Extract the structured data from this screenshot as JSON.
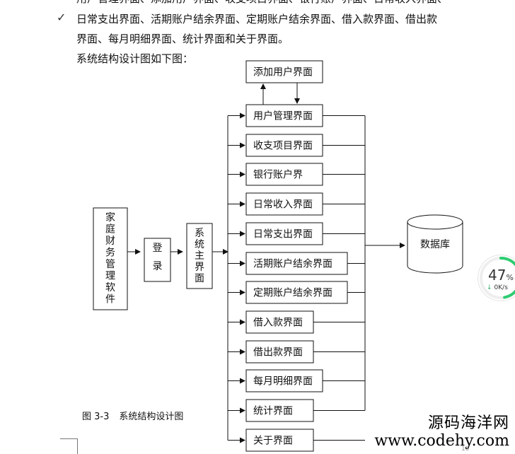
{
  "body_text": {
    "line1": "用户管理界面、添加用户界面、收支项目界面、银行账户界面、日常收入界面、",
    "line2": "日常支出界面、活期账户结余界面、定期账户结余界面、借入款界面、借出款",
    "line3": "界面、每月明细界面、统计界面和关于界面。",
    "line4": "系统结构设计图如下图："
  },
  "diagram": {
    "root": "家庭财务管理软件",
    "login": "登录",
    "main": "系统主界面",
    "add_user": "添加用户界面",
    "modules": [
      "用户管理界面",
      "收支项目界面",
      "银行账户界",
      "日常收入界面",
      "日常支出界面",
      "活期账户结余界面",
      "定期账户结余界面",
      "借入款界面",
      "借出款界面",
      "每月明细界面",
      "统计界面",
      "关于界面"
    ],
    "database": "数据库"
  },
  "caption": {
    "number": "图 3-3",
    "title": "系统结构设计图"
  },
  "page_number": "10",
  "watermark": {
    "name": "源码海洋网",
    "url": "www.codehy.com"
  },
  "network_widget": {
    "percent": "47",
    "percent_unit": "%",
    "speed": "0K/s",
    "ring_color": "#2ecc71"
  }
}
